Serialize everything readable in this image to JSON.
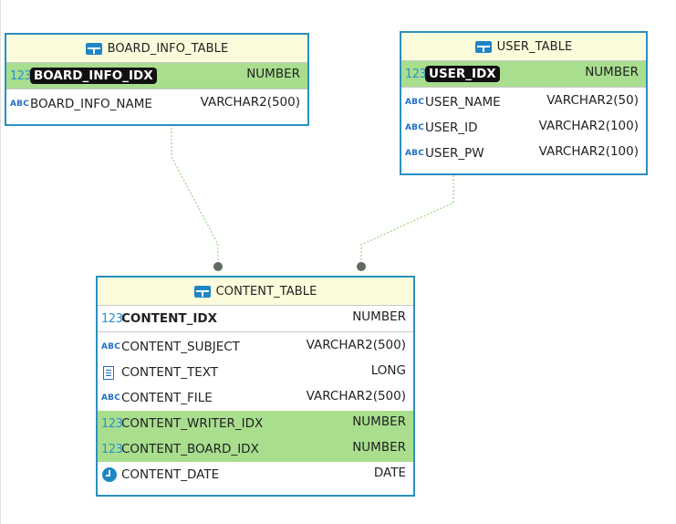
{
  "tables": {
    "board_info": {
      "name": "BOARD_INFO_TABLE",
      "pk": {
        "name": "BOARD_INFO_IDX",
        "type": "NUMBER",
        "icon": "number-icon"
      },
      "columns": [
        {
          "name": "BOARD_INFO_NAME",
          "type": "VARCHAR2(500)",
          "icon": "abc-icon"
        }
      ]
    },
    "user": {
      "name": "USER_TABLE",
      "pk": {
        "name": "USER_IDX",
        "type": "NUMBER",
        "icon": "number-icon"
      },
      "columns": [
        {
          "name": "USER_NAME",
          "type": "VARCHAR2(50)",
          "icon": "abc-icon"
        },
        {
          "name": "USER_ID",
          "type": "VARCHAR2(100)",
          "icon": "abc-icon"
        },
        {
          "name": "USER_PW",
          "type": "VARCHAR2(100)",
          "icon": "abc-icon"
        }
      ]
    },
    "content": {
      "name": "CONTENT_TABLE",
      "pk": {
        "name": "CONTENT_IDX",
        "type": "NUMBER",
        "icon": "number-icon"
      },
      "columns": [
        {
          "name": "CONTENT_SUBJECT",
          "type": "VARCHAR2(500)",
          "icon": "abc-icon"
        },
        {
          "name": "CONTENT_TEXT",
          "type": "LONG",
          "icon": "document-icon"
        },
        {
          "name": "CONTENT_FILE",
          "type": "VARCHAR2(500)",
          "icon": "abc-icon"
        },
        {
          "name": "CONTENT_WRITER_IDX",
          "type": "NUMBER",
          "icon": "number-icon",
          "highlighted": true
        },
        {
          "name": "CONTENT_BOARD_IDX",
          "type": "NUMBER",
          "icon": "number-icon",
          "highlighted": true
        },
        {
          "name": "CONTENT_DATE",
          "type": "DATE",
          "icon": "clock-icon"
        }
      ]
    }
  },
  "icon_glyphs": {
    "number": "123",
    "abc": "ABC"
  },
  "colors": {
    "border": "#2a8fc0",
    "header_bg": "#fcfcdc",
    "highlight": "#a8de8e",
    "link": "#7fcf6a"
  }
}
